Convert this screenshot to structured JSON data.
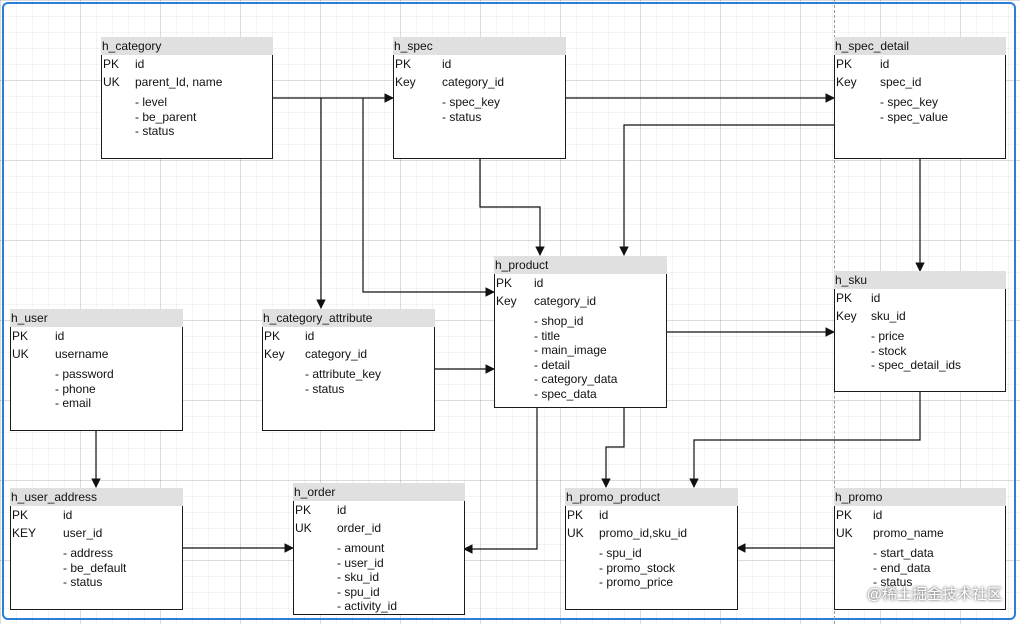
{
  "entities": {
    "h_category": {
      "title": "h_category",
      "keys": [
        [
          "PK",
          "id"
        ],
        [
          "UK",
          "parent_Id, name"
        ]
      ],
      "fields": [
        "- level",
        "- be_parent",
        "- status"
      ]
    },
    "h_spec": {
      "title": "h_spec",
      "keys": [
        [
          "PK",
          "id"
        ],
        [
          "Key",
          "category_id"
        ]
      ],
      "fields": [
        "- spec_key",
        "- status"
      ]
    },
    "h_spec_detail": {
      "title": "h_spec_detail",
      "keys": [
        [
          "PK",
          "id"
        ],
        [
          "Key",
          "spec_id"
        ]
      ],
      "fields": [
        "- spec_key",
        "- spec_value"
      ]
    },
    "h_product": {
      "title": "h_product",
      "keys": [
        [
          "PK",
          "id"
        ],
        [
          "Key",
          "category_id"
        ]
      ],
      "fields": [
        "- shop_id",
        "- title",
        "- main_image",
        "- detail",
        "- category_data",
        "- spec_data"
      ]
    },
    "h_sku": {
      "title": "h_sku",
      "keys": [
        [
          "PK",
          "id"
        ],
        [
          "Key",
          "sku_id"
        ]
      ],
      "fields": [
        "- price",
        "- stock",
        "- spec_detail_ids"
      ]
    },
    "h_user": {
      "title": "h_user",
      "keys": [
        [
          "PK",
          "id"
        ],
        [
          "UK",
          "username"
        ]
      ],
      "fields": [
        "- password",
        "- phone",
        "- email"
      ]
    },
    "h_category_attribute": {
      "title": "h_category_attribute",
      "keys": [
        [
          "PK",
          "id"
        ],
        [
          "Key",
          "category_id"
        ]
      ],
      "fields": [
        "- attribute_key",
        "- status"
      ]
    },
    "h_user_address": {
      "title": "h_user_address",
      "keys": [
        [
          "PK",
          "id"
        ],
        [
          "KEY",
          "user_id"
        ]
      ],
      "fields": [
        "- address",
        "- be_default",
        "- status"
      ]
    },
    "h_order": {
      "title": "h_order",
      "keys": [
        [
          "PK",
          "id"
        ],
        [
          "UK",
          "order_id"
        ]
      ],
      "fields": [
        "- amount",
        "- user_id",
        "- sku_id",
        "- spu_id",
        "- activity_id"
      ]
    },
    "h_promo_product": {
      "title": "h_promo_product",
      "keys": [
        [
          "PK",
          "id"
        ],
        [
          "UK",
          "promo_id,sku_id"
        ]
      ],
      "fields": [
        "- spu_id",
        "- promo_stock",
        "- promo_price"
      ]
    },
    "h_promo": {
      "title": "h_promo",
      "keys": [
        [
          "PK",
          "id"
        ],
        [
          "UK",
          "promo_name"
        ]
      ],
      "fields": [
        "- start_data",
        "- end_data",
        "- status"
      ]
    }
  },
  "relationships": [
    {
      "from": "h_category",
      "to": "h_spec"
    },
    {
      "from": "h_category",
      "to": "h_category_attribute"
    },
    {
      "from": "h_category",
      "to": "h_product"
    },
    {
      "from": "h_spec",
      "to": "h_spec_detail"
    },
    {
      "from": "h_spec",
      "to": "h_product"
    },
    {
      "from": "h_spec_detail",
      "to": "h_product"
    },
    {
      "from": "h_spec_detail",
      "to": "h_sku"
    },
    {
      "from": "h_product",
      "to": "h_sku"
    },
    {
      "from": "h_category_attribute",
      "to": "h_product"
    },
    {
      "from": "h_product",
      "to": "h_promo_product"
    },
    {
      "from": "h_sku",
      "to": "h_promo_product"
    },
    {
      "from": "h_product",
      "to": "h_order"
    },
    {
      "from": "h_user",
      "to": "h_user_address"
    },
    {
      "from": "h_user_address",
      "to": "h_order"
    },
    {
      "from": "h_promo",
      "to": "h_promo_product"
    }
  ],
  "colors": {
    "line": "#111111",
    "header": "#e0e0e0",
    "frame": "#2b7fd8"
  },
  "credit": "@稀土掘金技术社区"
}
